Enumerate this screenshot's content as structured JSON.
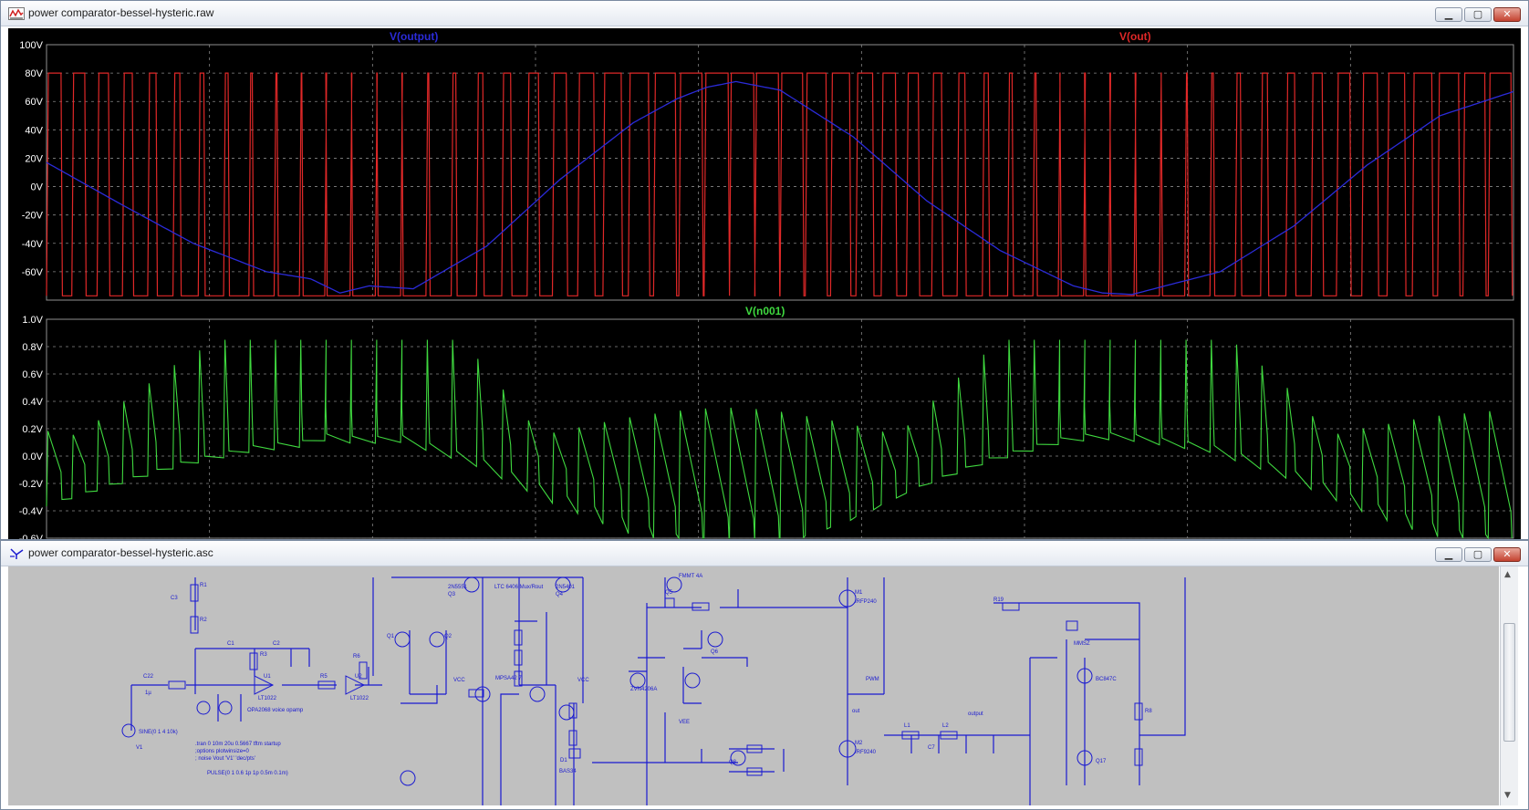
{
  "plot_window": {
    "title": "power comparator-bessel-hysteric.raw",
    "icon": "waveform-icon",
    "buttons": {
      "minimize": "▁",
      "maximize": "▢",
      "close": "✕"
    }
  },
  "schematic_window": {
    "title": "power comparator-bessel-hysteric.asc",
    "icon": "schematic-icon",
    "buttons": {
      "minimize": "▁",
      "maximize": "▢",
      "close": "✕"
    }
  },
  "colors": {
    "background": "#000000",
    "grid": "#888888",
    "tick_text": "#ffffff",
    "v_output": "#2b2bd9",
    "v_out": "#e02828",
    "v_n001": "#3fd83f",
    "schematic_bg": "#c0c0c0",
    "wire": "#1a1ad0"
  },
  "chart_data": [
    {
      "type": "line",
      "pane": "top",
      "y_ticks": [
        "100V",
        "80V",
        "60V",
        "40V",
        "20V",
        "0V",
        "-20V",
        "-40V",
        "-60V"
      ],
      "ylim": [
        -80,
        100
      ],
      "grid": true,
      "legend_placement": "top",
      "series": [
        {
          "name": "V(output)",
          "color": "#2b2bd9",
          "x_fraction": [
            0,
            0.05,
            0.1,
            0.15,
            0.18,
            0.2,
            0.22,
            0.25,
            0.3,
            0.35,
            0.4,
            0.43,
            0.45,
            0.47,
            0.5,
            0.55,
            0.6,
            0.65,
            0.7,
            0.72,
            0.74,
            0.77,
            0.8,
            0.85,
            0.9,
            0.95,
            1.0
          ],
          "values": [
            17,
            -12,
            -40,
            -60,
            -65,
            -75,
            -70,
            -72,
            -42,
            5,
            45,
            62,
            70,
            74,
            68,
            35,
            -10,
            -45,
            -70,
            -75,
            -76,
            -68,
            -60,
            -28,
            15,
            50,
            67
          ]
        },
        {
          "name": "V(out)",
          "color": "#e02828",
          "description_values": {
            "high": 80,
            "low": -77
          },
          "pwm_duty_follows": "V(output)"
        }
      ]
    },
    {
      "type": "line",
      "pane": "bottom",
      "y_ticks": [
        "1.0V",
        "0.8V",
        "0.6V",
        "0.4V",
        "0.2V",
        "0.0V",
        "-0.2V",
        "-0.4V",
        "-0.6V"
      ],
      "ylim": [
        -0.6,
        1.0
      ],
      "grid": true,
      "legend_placement": "top",
      "series": [
        {
          "name": "V(n001)",
          "color": "#3fd83f"
        }
      ]
    }
  ],
  "schematic": {
    "notes": [
      ".tran 0 10m 20u 0.5667 tftm startup",
      ";options plotwinsize=0",
      "; noise Vout 'V1' 'dec/pts'",
      "PULSE(0 1 0.6 1p 1p 0.5m 0.1m)"
    ],
    "labels": {
      "v1": "V1",
      "v1_value": "SINE(0 1 4 10k)",
      "opamp": "U1",
      "opamp_model": "LT1022",
      "opamp_note": "OPA2068 voice opamp",
      "u2": "U2",
      "u2_model": "LT1022",
      "c22": "C22",
      "c22v": "1µ",
      "r1": "R1",
      "r2": "R2",
      "r3": "R3",
      "c1": "C1",
      "c2": "C2",
      "c3": "C3",
      "r5": "R5",
      "r6": "R6",
      "q1": "Q1",
      "q2": "Q2",
      "q3": "Q3",
      "q4": "Q4",
      "q4m": "2N5401",
      "q3m": "2N5551",
      "ltc": "LTC 6406 Mux/Rout",
      "mj": "MPSA42 7",
      "vcc": "VCC",
      "vcc2": "VCC",
      "vee": "VEE",
      "d1": "D1",
      "bas": "BAS34",
      "q5": "Q5",
      "q6": "Q6",
      "q8": "Q8",
      "fmmt": "FMMT 4A",
      "zvn": "ZVN4206A",
      "m1": "M1",
      "m2": "M2",
      "irf": "IRFP240",
      "irf9": "IRF9240",
      "pwm": "PWM",
      "out": "out",
      "l1": "L1",
      "l2": "L2",
      "c7": "C7",
      "output": "output",
      "r19": "R19",
      "q17": "Q17",
      "bc": "BC847C",
      "mz": "MMSZ",
      "rload": "R8"
    }
  }
}
